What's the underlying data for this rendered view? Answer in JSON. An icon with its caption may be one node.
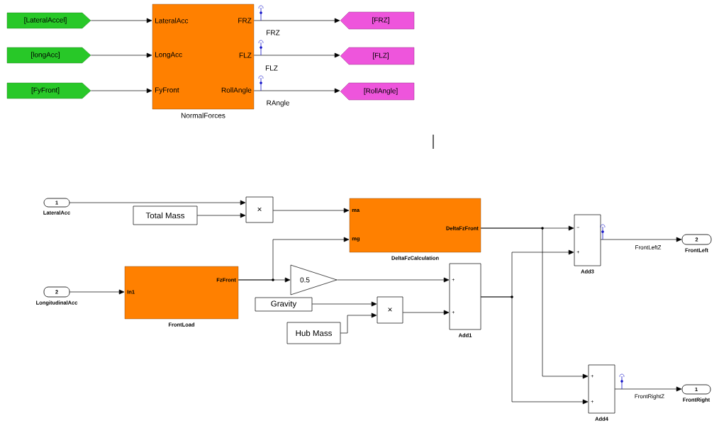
{
  "diagram": {
    "nodes": [
      {
        "text": [
          "[LateralAccel]"
        ]
      },
      {
        "text": [
          "[longAcc]"
        ]
      },
      {
        "text": [
          "[FyFront]"
        ]
      },
      {
        "text": [
          "LateralAcc",
          "LongAcc",
          "FyFront",
          "FRZ",
          "FLZ",
          "RollAngle"
        ],
        "beside": [
          "NormalForces"
        ]
      },
      {
        "text": [
          "[FRZ]"
        ]
      },
      {
        "text": [
          "[FLZ]"
        ]
      },
      {
        "text": [
          "[RollAngle]"
        ]
      },
      {
        "text": [
          "1"
        ],
        "beside": [
          "LateralAcc"
        ]
      },
      {
        "text": [
          "Total Mass"
        ]
      },
      {
        "text": [
          "×"
        ]
      },
      {
        "text": [
          "ma",
          "mg",
          "DeltaFzFront"
        ],
        "beside": [
          "DeltaFzCalculation"
        ]
      },
      {
        "text": [
          "2"
        ],
        "beside": [
          "LongitudinalAcc"
        ]
      },
      {
        "text": [
          "In1",
          "FzFront"
        ],
        "beside": [
          "FrontLoad"
        ]
      },
      {
        "text": [
          "0.5"
        ]
      },
      {
        "text": [
          "Gravity"
        ]
      },
      {
        "text": [
          "Hub Mass"
        ]
      },
      {
        "text": [
          "×"
        ]
      },
      {
        "text": [
          "+",
          "+"
        ],
        "beside": [
          "Add1"
        ]
      },
      {
        "text": [
          "−",
          "+"
        ],
        "beside": [
          "Add3"
        ]
      },
      {
        "text": [
          "+",
          "+"
        ],
        "beside": [
          "Add4"
        ]
      },
      {
        "text": [
          "2"
        ],
        "beside": [
          "FrontLeft"
        ]
      },
      {
        "text": [
          "1"
        ],
        "beside": [
          "FrontRight"
        ]
      }
    ],
    "edges": [
      {
        "from": 0,
        "to": 3,
        "arrow": "to"
      },
      {
        "from": 1,
        "to": 3,
        "arrow": "to"
      },
      {
        "from": 2,
        "to": 3,
        "arrow": "to"
      },
      {
        "from": 3,
        "to": 4,
        "arrow": "to",
        "label": "FRZ"
      },
      {
        "from": 3,
        "to": 5,
        "arrow": "to",
        "label": "FLZ"
      },
      {
        "from": 3,
        "to": 6,
        "arrow": "to",
        "label": "RAngle"
      },
      {
        "from": 7,
        "to": 9,
        "arrow": "to"
      },
      {
        "from": 8,
        "to": 9,
        "arrow": "to"
      },
      {
        "from": 9,
        "to": 10,
        "arrow": "to"
      },
      {
        "from": 11,
        "to": 12,
        "arrow": "to"
      },
      {
        "from": 12,
        "to": 13,
        "arrow": "to"
      },
      {
        "from": 12,
        "to": 10,
        "arrow": "to"
      },
      {
        "from": 13,
        "to": 17,
        "arrow": "to"
      },
      {
        "from": 14,
        "to": 16,
        "arrow": "to"
      },
      {
        "from": 15,
        "to": 16,
        "arrow": "to"
      },
      {
        "from": 16,
        "to": 17,
        "arrow": "to"
      },
      {
        "from": 10,
        "to": 18,
        "arrow": "to"
      },
      {
        "from": 10,
        "to": 19,
        "arrow": "to"
      },
      {
        "from": 17,
        "to": 18,
        "arrow": "to"
      },
      {
        "from": 17,
        "to": 19,
        "arrow": "to"
      },
      {
        "from": 18,
        "to": 20,
        "arrow": "to",
        "label": "FrontLeftZ"
      },
      {
        "from": 19,
        "to": 21,
        "arrow": "to",
        "label": "FrontRightZ"
      }
    ]
  }
}
